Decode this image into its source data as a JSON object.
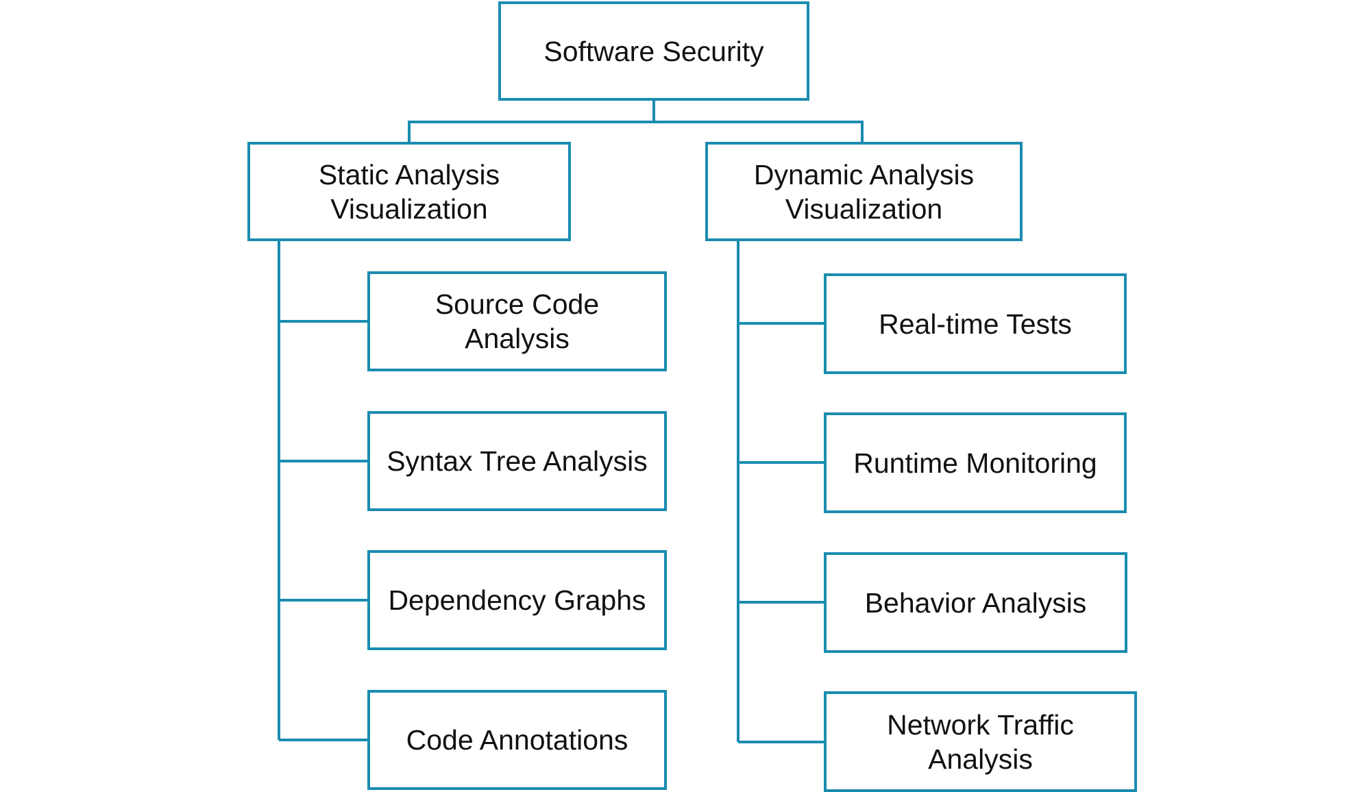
{
  "root": {
    "label": "Software Security"
  },
  "branches": [
    {
      "label": "Static Analysis\nVisualization",
      "children": [
        "Source Code\nAnalysis",
        "Syntax Tree Analysis",
        "Dependency Graphs",
        "Code Annotations"
      ]
    },
    {
      "label": "Dynamic Analysis\nVisualization",
      "children": [
        "Real-time Tests",
        "Runtime Monitoring",
        "Behavior Analysis",
        "Network Traffic\nAnalysis"
      ]
    }
  ],
  "colors": {
    "border": "#1a8cb0",
    "text": "#111111",
    "background": "#ffffff"
  }
}
